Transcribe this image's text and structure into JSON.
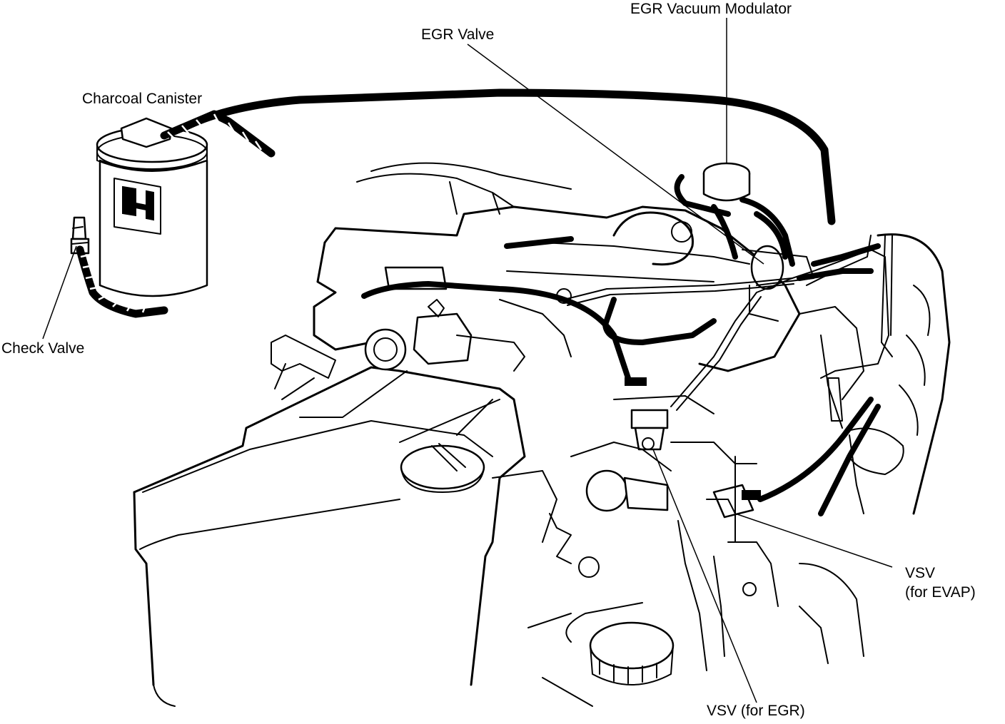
{
  "labels": {
    "egr_vacuum_modulator": "EGR Vacuum Modulator",
    "egr_valve": "EGR Valve",
    "charcoal_canister": "Charcoal Canister",
    "check_valve": "Check Valve",
    "vsv_evap_line1": "VSV",
    "vsv_evap_line2": "(for EVAP)",
    "vsv_egr": "VSV (for EGR)"
  }
}
